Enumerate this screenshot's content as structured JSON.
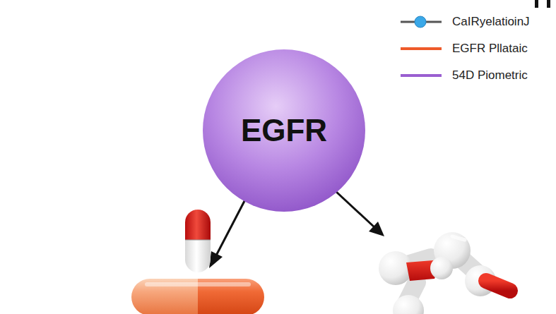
{
  "diagram": {
    "nodes": [
      {
        "text": [
          "EGFR"
        ]
      }
    ],
    "edges": [],
    "legend": [
      {
        "text": "CaIRyelatioinJ"
      },
      {
        "text": "EGFR Pllataic"
      },
      {
        "text": "54D Piometric"
      }
    ]
  }
}
